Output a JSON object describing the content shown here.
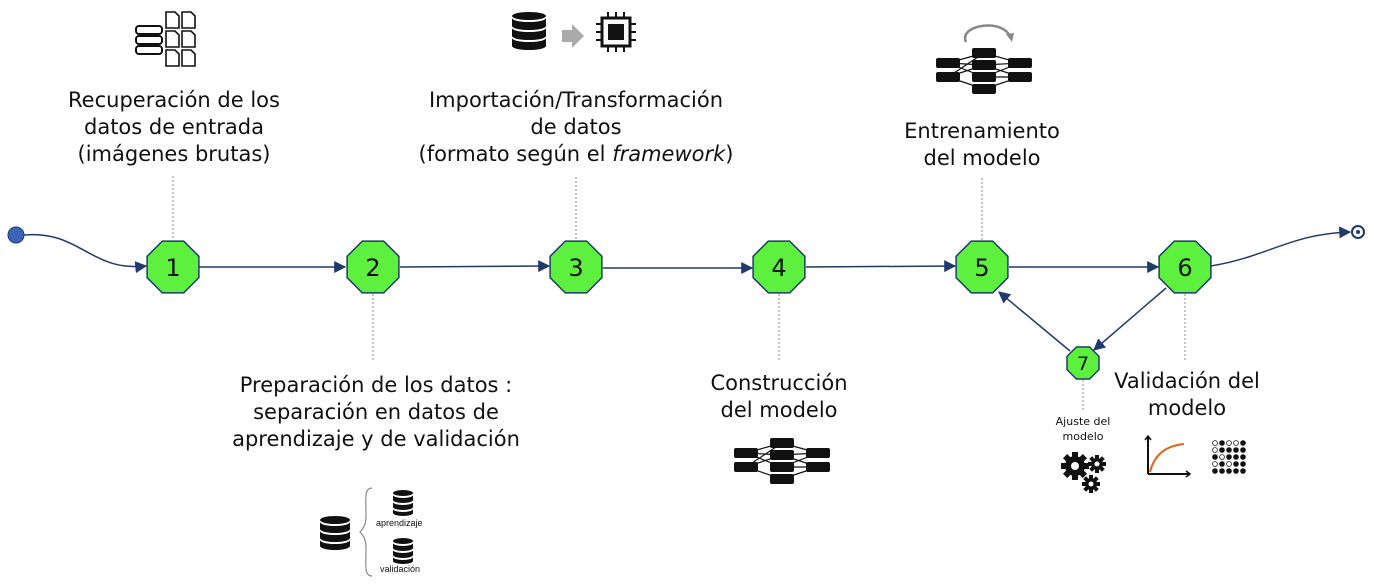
{
  "steps": [
    {
      "number": "1",
      "lines": [
        "Recuperación de los",
        "datos de entrada",
        "(imágenes brutas)"
      ]
    },
    {
      "number": "2",
      "lines": [
        "Preparación de los datos :",
        "separación en datos de",
        "aprendizaje y de validación"
      ]
    },
    {
      "number": "3",
      "lines": [
        "Importación/Transformación",
        "de datos"
      ],
      "line3_prefix": "(formato según el ",
      "line3_italic": "framework",
      "line3_suffix": ")"
    },
    {
      "number": "4",
      "lines": [
        "Construcción",
        "del modelo"
      ]
    },
    {
      "number": "5",
      "lines": [
        "Entrenamiento",
        "del modelo"
      ]
    },
    {
      "number": "6",
      "lines": [
        "Validación del",
        "modelo"
      ]
    },
    {
      "number": "7",
      "lines": [
        "Ajuste del",
        "modelo"
      ]
    }
  ],
  "split_labels": {
    "train": "aprendizaje",
    "validation": "validación"
  },
  "colors": {
    "node_fill": "#5ef03f",
    "node_stroke": "#1f3a6b",
    "edge": "#1f3a6b",
    "start_node": "#3c64b8",
    "curve": "#e0661b"
  }
}
